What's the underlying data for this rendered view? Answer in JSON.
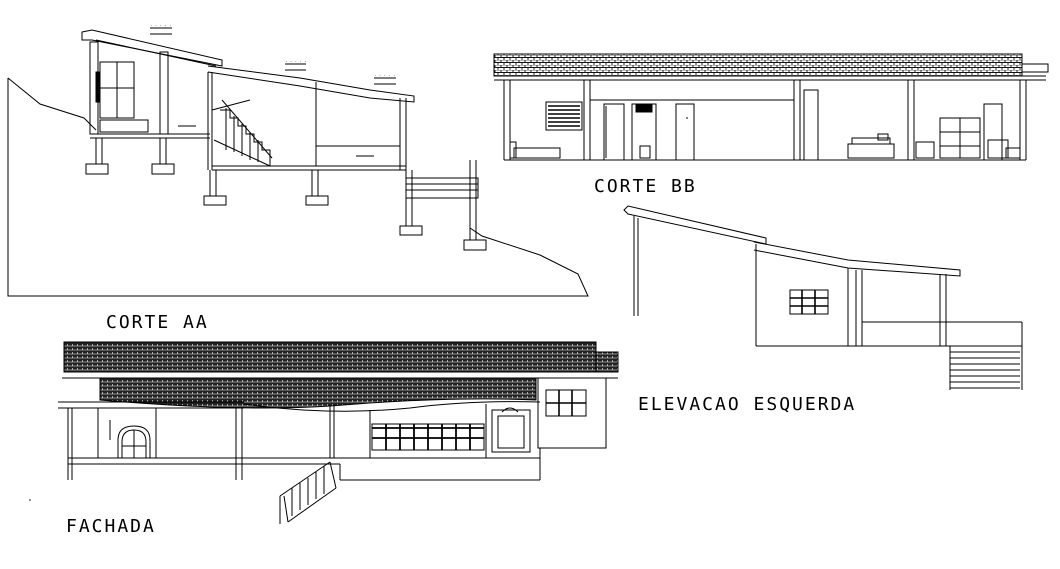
{
  "labels": {
    "corte_aa": "CORTE AA",
    "corte_bb": "CORTE BB",
    "elevacao_esquerda": "ELEVACAO ESQUERDA",
    "fachada": "FACHADA"
  },
  "colors": {
    "ink": "#000000",
    "background": "#ffffff",
    "roof_hatch": "#1a1a1a"
  }
}
